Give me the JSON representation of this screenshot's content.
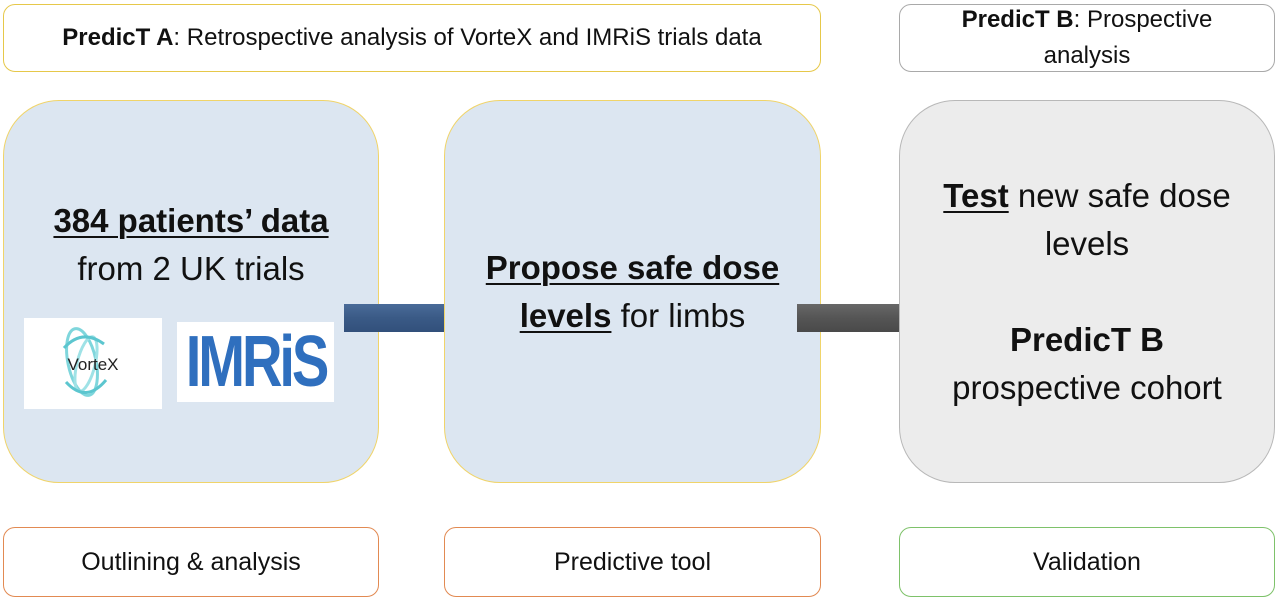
{
  "header_a": {
    "bold": "PredicT A",
    "rest": ": Retrospective analysis of VorteX and IMRiS trials data"
  },
  "header_b": {
    "bold": "PredicT B",
    "rest": ": Prospective analysis"
  },
  "panel_1": {
    "line1": "384 patients’ data",
    "line2": "from 2 UK trials",
    "logo_vortex": "VortеX",
    "logo_imris": "IMRiS"
  },
  "panel_2": {
    "bold": "Propose safe dose",
    "bold2": "levels",
    "rest": " for limbs"
  },
  "panel_3": {
    "test_bold": "Test",
    "test_rest": " new safe dose levels",
    "cohort_bold": "PredicT B",
    "cohort_rest": "prospective cohort"
  },
  "footers": {
    "f1": "Outlining & analysis",
    "f2": "Predictive tool",
    "f3": "Validation"
  },
  "colors": {
    "panel_blue": "#dce6f1",
    "panel_grey": "#ececec",
    "arrow_blue": "#3a5a86",
    "arrow_grey": "#555555",
    "imris_blue": "#2f6fbe",
    "vortex_cyan": "#7fd6dc"
  }
}
